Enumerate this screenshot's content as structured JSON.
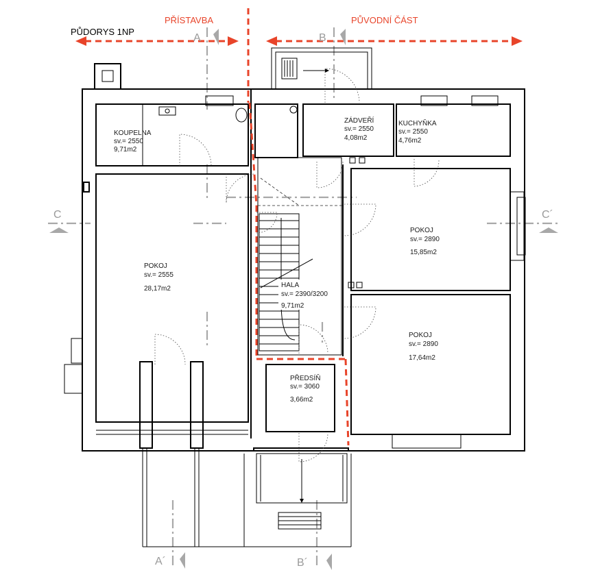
{
  "plan_title": "PŮDORYS 1NP",
  "zones": {
    "extension": "PŘÍSTAVBA",
    "original": "PŮVODNÍ ČÁST"
  },
  "sections": {
    "a_top": "A",
    "a_bottom": "A´",
    "b_top": "B",
    "b_bottom": "B´",
    "c_left": "C",
    "c_right": "C´"
  },
  "rooms": {
    "koupelna": {
      "name": "KOUPELNA",
      "height": "sv.= 2550",
      "area": "9,71m2"
    },
    "zadveri": {
      "name": "ZÁDVEŘÍ",
      "height": "sv.= 2550",
      "area": "4,08m2"
    },
    "kuchynka": {
      "name": "KUCHYŇKA",
      "height": "sv.= 2550",
      "area": "4,76m2"
    },
    "pokoj_big": {
      "name": "POKOJ",
      "height": "sv.= 2555",
      "area": "28,17m2"
    },
    "pokoj_1": {
      "name": "POKOJ",
      "height": "sv.= 2890",
      "area": "15,85m2"
    },
    "pokoj_2": {
      "name": "POKOJ",
      "height": "sv.= 2890",
      "area": "17,64m2"
    },
    "hala": {
      "name": "HALA",
      "height": "sv.= 2390/3200",
      "area": "9,71m2"
    },
    "predsin": {
      "name": "PŘEDSÍŇ",
      "height": "sv.= 3060",
      "area": "3,66m2"
    }
  },
  "colors": {
    "wall": "#000000",
    "boundary": "#e8442a",
    "section_line": "#a8a8a8"
  }
}
